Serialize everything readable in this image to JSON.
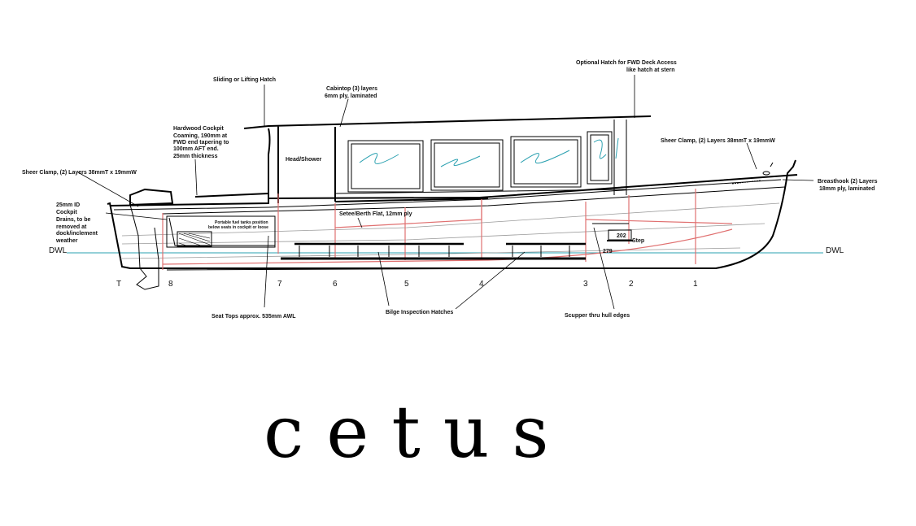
{
  "title": "cetus",
  "waterline_label": "DWL",
  "stations": [
    "T",
    "8",
    "7",
    "6",
    "5",
    "4",
    "3",
    "2",
    "1"
  ],
  "callouts": {
    "sliding_hatch": "Sliding or Lifting Hatch",
    "cabintop_1": "Cabintop (3) layers",
    "cabintop_2": "6mm ply, laminated",
    "fwd_hatch_1": "Optional Hatch for FWD Deck Access",
    "fwd_hatch_2": "like hatch at stern",
    "coaming_1": "Hardwood Cockpit",
    "coaming_2": "Coaming, 190mm at",
    "coaming_3": "FWD end tapering to",
    "coaming_4": "100mm AFT end.",
    "coaming_5": "25mm thickness",
    "head_shower": "Head/Shower",
    "sheer_clamp_aft": "Sheer Clamp, (2) Layers 38mmT x 19mmW",
    "sheer_clamp_fwd": "Sheer Clamp, (2) Layers 38mmT x 19mmW",
    "breasthook_1": "Breasthook (2) Layers",
    "breasthook_2": "18mm ply, laminated",
    "drains_1": "25mm ID",
    "drains_2": "Cockpit",
    "drains_3": "Drains, to be",
    "drains_4": "removed at",
    "drains_5": "dock/inclement",
    "drains_6": "weather",
    "fuel_1": "Portable fuel tanks position",
    "fuel_2": "below seats in cockpit or loose",
    "settee": "Setee/Berth Flat, 12mm ply",
    "step": "Step",
    "dim_202": "202",
    "dim_279": "279",
    "seat_tops": "Seat Tops approx. 535mm AWL",
    "bilge": "Bilge Inspection Hatches",
    "scupper": "Scupper thru hull edges"
  },
  "colors": {
    "lines": "#000000",
    "waterline": "#2aa0b0",
    "structure_red": "#e07070",
    "grey_lines": "#999999"
  }
}
